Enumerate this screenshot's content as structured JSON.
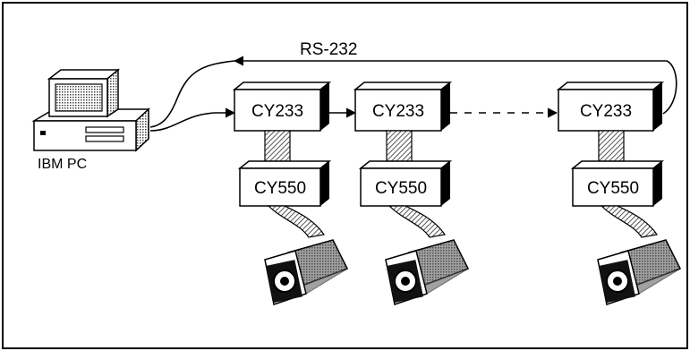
{
  "diagram": {
    "bus_label": "RS-232",
    "pc_label": "IBM PC",
    "units": [
      {
        "interface": "CY233",
        "controller": "CY550",
        "show_arrow_in": true
      },
      {
        "interface": "CY233",
        "controller": "CY550",
        "show_arrow_in": true
      },
      {
        "interface": "CY233",
        "controller": "CY550",
        "show_arrow_in": true
      }
    ]
  },
  "colors": {
    "stroke": "#000000",
    "background": "#ffffff",
    "hatch": "#6a6a6a"
  }
}
